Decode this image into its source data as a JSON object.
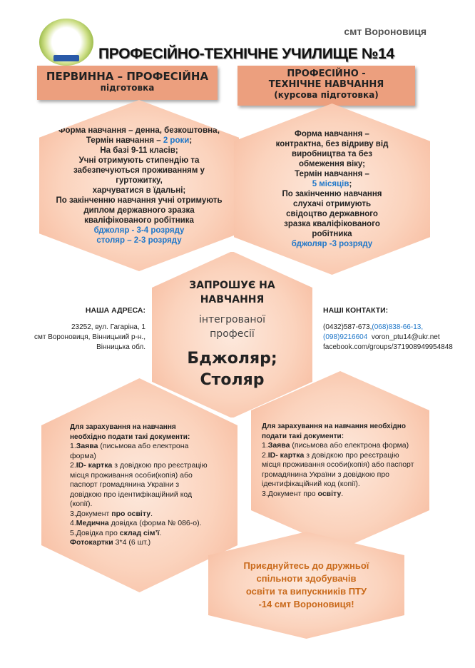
{
  "header": {
    "town": "смт Вороновиця",
    "title": "ПРОФЕСІЙНО-ТЕХНІЧНЕ УЧИЛИЩЕ №14"
  },
  "col_left": {
    "title": "ПЕРВИННА – ПРОФЕСІЙНА",
    "subtitle": "підготовка",
    "lines": [
      "Форма навчання – денна, безкоштовна;",
      "Термін навчання – ",
      "2 роки",
      ";",
      "На базі 9-11 класів;",
      "Учні отримують стипендію та забезпечуються проживанням у гуртожитку,",
      "харчуватися в їдальні;",
      "По закінченню навчання учні отримують диплом державного зразка кваліфікованого робітника",
      "бджоляр - 3-4 розряду",
      "столяр – 2-3 розряду"
    ]
  },
  "col_right": {
    "title": "ПРОФЕСІЙНО - ТЕХНІЧНЕ НАВЧАННЯ",
    "subtitle": "(курсова підготовка)",
    "lines": [
      "Форма навчання – контрактна, без відриву від виробництва та без обмеження віку;",
      "Термін навчання –",
      "5 місяців",
      ";",
      "По закінченню навчання слухачі отримують свідоцтво державного зразка кваліфікованого робітника",
      "бджоляр -3 розряду"
    ]
  },
  "center": {
    "invite": "ЗАПРОШУЄ НА НАВЧАННЯ",
    "integrated": "інтегрованої професії",
    "professions": "Бджоляр; Столяр"
  },
  "address": {
    "heading": "НАША АДРЕСА:",
    "line1": "23252, вул. Гагаріна, 1",
    "line2": "смт Вороновиця, Вінницький р-н.,",
    "line3": "Вінницька обл."
  },
  "contacts": {
    "heading": "НАШІ КОНТАКТИ:",
    "phone1": "(0432)587-673,",
    "phone2": "(068)838-66-13,",
    "phone3": "(098)9216604",
    "email": "voron_ptu14@ukr.net",
    "facebook": "facebook.com/groups/371908949954848"
  },
  "docs_left": {
    "intro": "Для зарахування на навчання необхідно подати такі документи:",
    "items": [
      [
        "1.",
        "Заява",
        " (письмова або електрона форма)"
      ],
      [
        "2.",
        "ID- картка",
        " з довідкою про реєстрацію місця проживання особи(копія) або паспорт громадянина України з довідкою про ідентифікаційний код (копії)."
      ],
      [
        "3.Документ ",
        "про освіту",
        "."
      ],
      [
        "4.",
        "Медична",
        " довідка (форма № 086-о)."
      ],
      [
        "5.Довідка про ",
        "склад сім’ї",
        "."
      ],
      [
        "",
        "Фотокартки",
        " 3*4 (6 шт.)"
      ]
    ]
  },
  "docs_right": {
    "intro": "Для зарахування на навчання необхідно подати такі документи:",
    "items": [
      [
        "1.",
        "Заява",
        " (письмова або електрона форма)"
      ],
      [
        "2.",
        "ID- картка",
        " з довідкою про реєстрацію місця проживання особи(копія) або паспорт громадянина України з довідкою про ідентифікаційний код (копії)."
      ],
      [
        "3.Документ про ",
        "освіту",
        "."
      ]
    ]
  },
  "join": "Приєднуйтесь до дружньої спільноти здобувачів освіти та випускників ПТУ -14 смт Вороновиця!",
  "colors": {
    "hex": "#f6b698",
    "header_box": "#ec9f7e",
    "blue": "#1f77c9",
    "orange": "#c9691a"
  }
}
